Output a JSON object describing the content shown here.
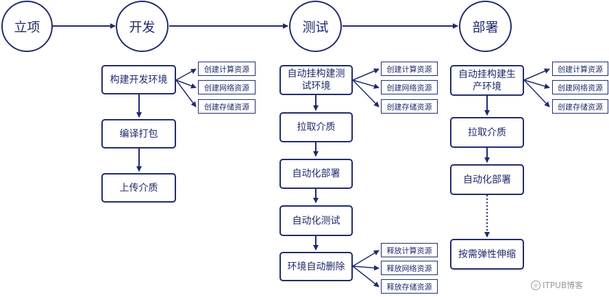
{
  "phases": [
    "立项",
    "开发",
    "测试",
    "部署"
  ],
  "dev": {
    "steps": [
      "构建开发环境",
      "编译打包",
      "上传介质"
    ],
    "resources": [
      "创建计算资源",
      "创建网络资源",
      "创建存储资源"
    ]
  },
  "test": {
    "steps": [
      "自动挂构建测试环境",
      "拉取介质",
      "自动化部署",
      "自动化测试",
      "环境自动删除"
    ],
    "resources": [
      "创建计算资源",
      "创建网络资源",
      "创建存储资源"
    ],
    "release": [
      "释放计算资源",
      "释放网络资源",
      "释放存储资源"
    ]
  },
  "deploy": {
    "steps": [
      "自动挂构建生产环境",
      "拉取介质",
      "自动化部署",
      "按需弹性伸缩"
    ],
    "resources": [
      "创建计算资源",
      "创建网络资源",
      "创建存储资源"
    ]
  },
  "watermark": "ITPUB博客",
  "colors": {
    "primary": "#1f2a6b",
    "watermark": "#9a9a9a"
  }
}
